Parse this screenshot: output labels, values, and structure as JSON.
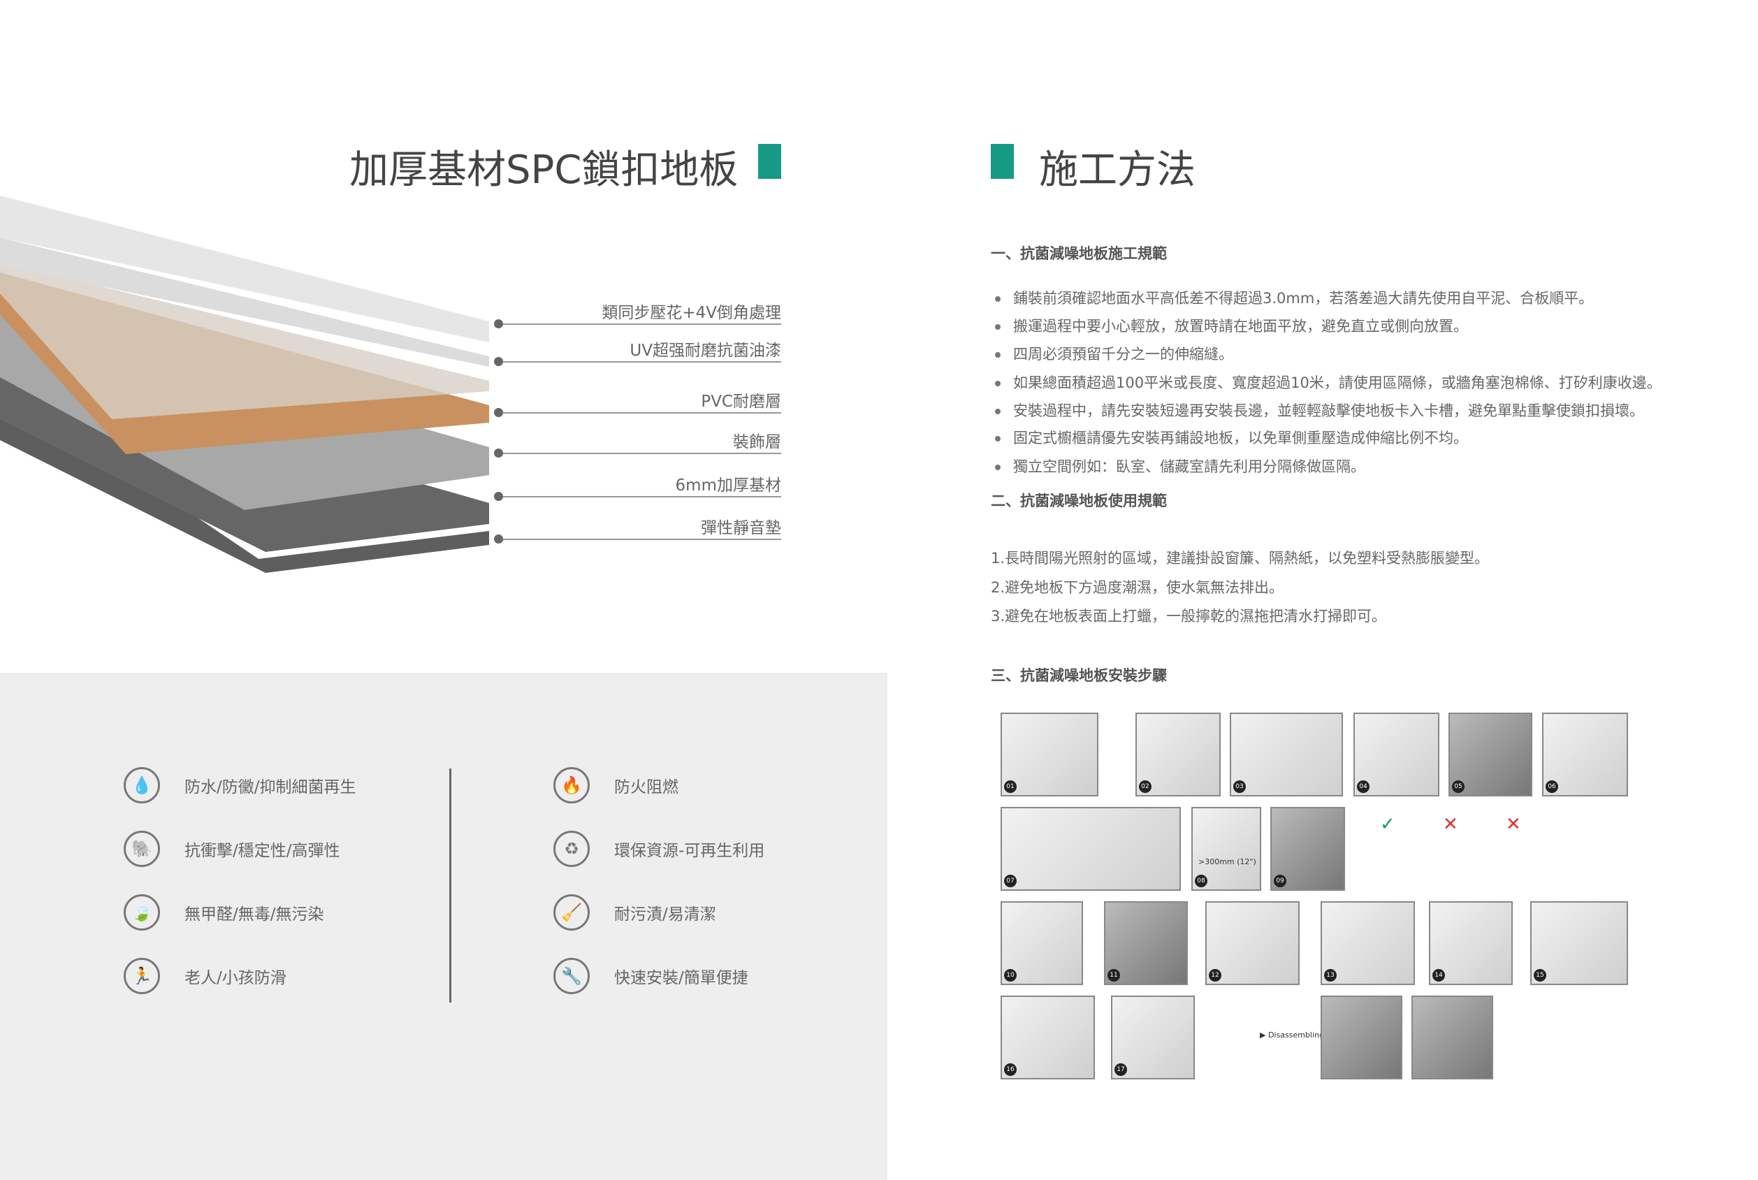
{
  "left": {
    "title": "加厚基材SPC鎖扣地板",
    "layers": [
      "類同步壓花+4V倒角處理",
      "UV超强耐磨抗菌油漆",
      "PVC耐磨層",
      "裝飾層",
      "6mm加厚基材",
      "彈性靜音墊"
    ]
  },
  "right": {
    "title": "施工方法",
    "section1": {
      "heading": "一、抗菌減噪地板施工規範",
      "items": [
        "鋪裝前須確認地面水平高低差不得超過3.0mm，若落差過大請先使用自平泥、合板順平。",
        "搬運過程中要小心輕放，放置時請在地面平放，避免直立或側向放置。",
        "四周必須預留千分之一的伸縮縫。",
        "如果總面積超過100平米或長度、寬度超過10米，請使用區隔條，或牆角塞泡棉條、打矽利康收邊。",
        "安裝過程中，請先安裝短邊再安裝長邊，並輕輕敲擊使地板卡入卡槽，避免單點重擊使鎖扣損壞。",
        "固定式櫥櫃請優先安裝再鋪設地板，以免單側重壓造成伸縮比例不均。",
        "獨立空間例如：臥室、儲藏室請先利用分隔條做區隔。"
      ]
    },
    "section2": {
      "heading": "二、抗菌減噪地板使用規範",
      "items": [
        "1.長時間陽光照射的區域，建議掛設窗簾、隔熱紙，以免塑料受熱膨脹變型。",
        "2.避免地板下方過度潮濕，使水氣無法排出。",
        "3.避免在地板表面上打蠟，一般擰乾的濕拖把清水打掃即可。"
      ]
    },
    "section3": {
      "heading": "三、抗菌減噪地板安裝步驟",
      "steps": [
        "01",
        "02",
        "03",
        "04",
        "05",
        "06",
        "07",
        "08",
        "09",
        "10",
        "11",
        "12",
        "13",
        "14",
        "15",
        "16",
        "17"
      ],
      "spacing_note": ">300mm (12\")",
      "disassembling": "▶ Disassembling"
    }
  },
  "features": {
    "left": [
      {
        "icon": "water-drop-icon",
        "glyph": "💧",
        "text": "防水/防黴/抑制細菌再生"
      },
      {
        "icon": "elephant-icon",
        "glyph": "🐘",
        "text": "抗衝擊/穩定性/高彈性"
      },
      {
        "icon": "leaf-icon",
        "glyph": "🍃",
        "text": "無甲醛/無毒/無污染"
      },
      {
        "icon": "slip-icon",
        "glyph": "🏃",
        "text": "老人/小孩防滑"
      }
    ],
    "right": [
      {
        "icon": "fire-icon",
        "glyph": "🔥",
        "text": "防火阻燃"
      },
      {
        "icon": "recycle-icon",
        "glyph": "♻",
        "text": "環保資源-可再生利用"
      },
      {
        "icon": "broom-icon",
        "glyph": "🧹",
        "text": "耐污漬/易清潔"
      },
      {
        "icon": "wrench-icon",
        "glyph": "🔧",
        "text": "快速安裝/簡單便捷"
      }
    ]
  },
  "colors": {
    "accent": "#169a86",
    "panel": "#eeeeee"
  }
}
